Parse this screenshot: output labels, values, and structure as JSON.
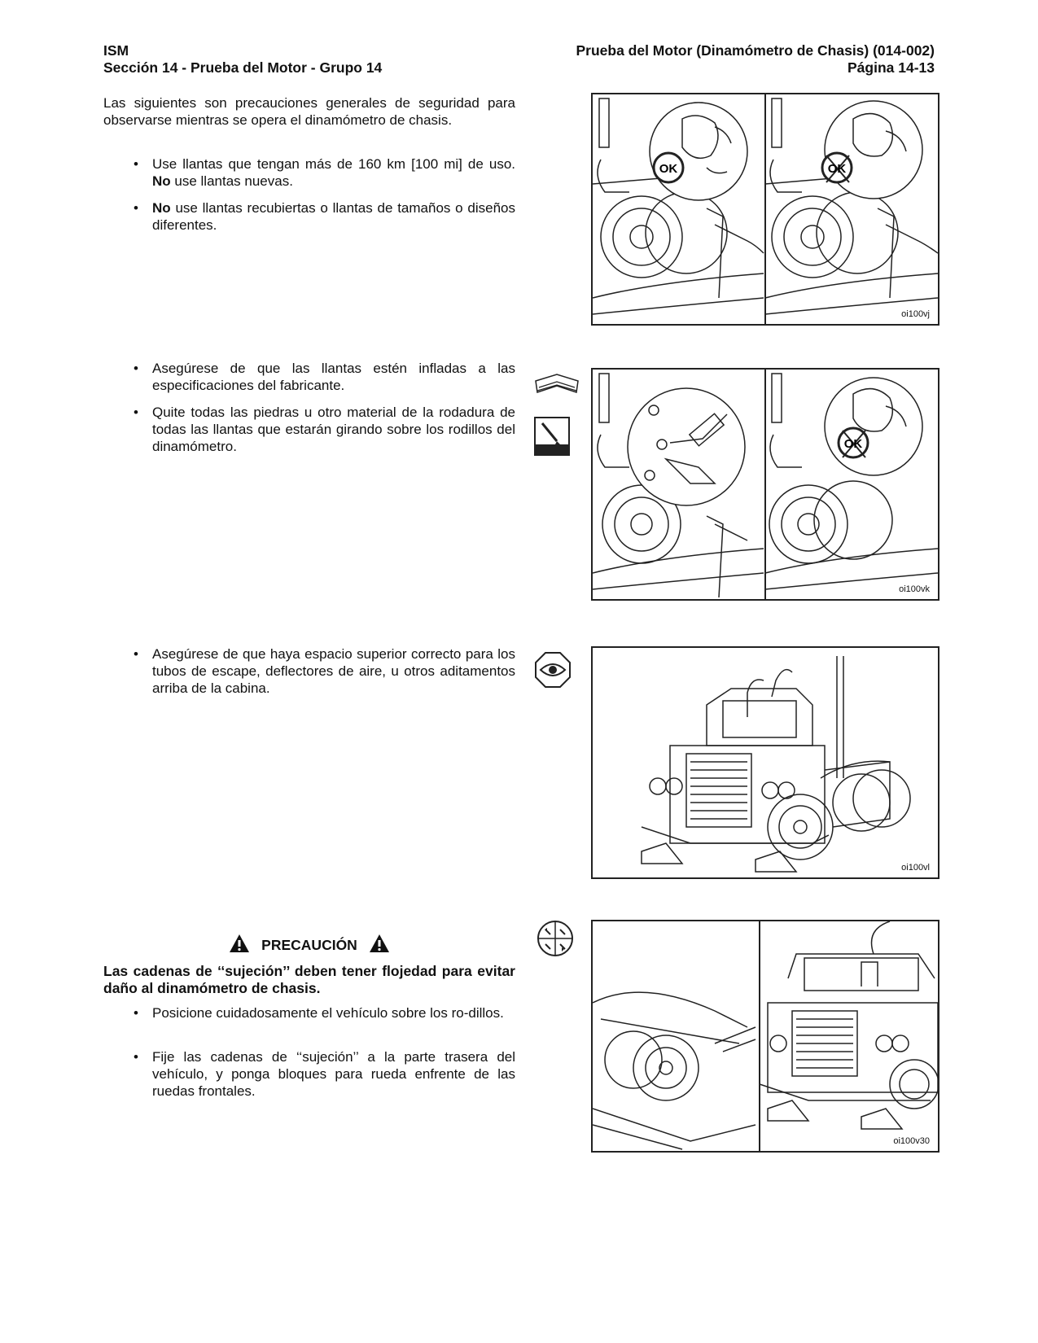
{
  "header": {
    "left_line1": "ISM",
    "left_line2": "Sección 14 - Prueba del Motor - Grupo 14",
    "right_line1": "Prueba del Motor (Dinamómetro de Chasis) (014-002)",
    "right_line2": "Página 14-13"
  },
  "intro": "Las siguientes son precauciones generales de seguridad para observarse mientras se opera el dinamómetro de chasis.",
  "bullets1": [
    {
      "pre": "Use llantas que tengan más de 160 km [100 mi] de uso. ",
      "bold": "No",
      "post": " use llantas nuevas."
    },
    {
      "pre": "",
      "bold": "No",
      "post": " use llantas recubiertas o llantas de tamaños o diseños diferentes."
    }
  ],
  "bullets2": [
    "Asegúrese de que las llantas estén infladas a las especificaciones del fabricante.",
    "Quite todas las piedras u otro material de la rodadura de todas las llantas que estarán girando sobre los rodillos del dinamómetro."
  ],
  "bullets3": [
    "Asegúrese de que haya espacio superior correcto para los tubos de escape, deflectores de aire, u otros aditamentos arriba de la cabina."
  ],
  "caution": {
    "title": "PRECAUCIÓN",
    "text": "Las cadenas de ‘‘sujeción’’ deben tener flojedad para evitar daño al dinamómetro de chasis."
  },
  "bullets4": [
    "Posicione cuidadosamente el vehículo sobre los ro-dillos.",
    "Fije las cadenas de ‘‘sujeción’’ a la parte trasera del vehículo, y ponga bloques para rueda enfrente de las ruedas frontales."
  ],
  "figures": {
    "fig1_label": "oi100vj",
    "fig2_label": "oi100vk",
    "fig3_label": "oi100vl",
    "fig4_label": "oi100v30",
    "ok_text": "OK"
  },
  "bullet_glyph": "•",
  "icons": [
    "manual-icon",
    "measure-icon",
    "inspect-eye-icon",
    "tools-icon",
    "warning-triangle-icon"
  ]
}
